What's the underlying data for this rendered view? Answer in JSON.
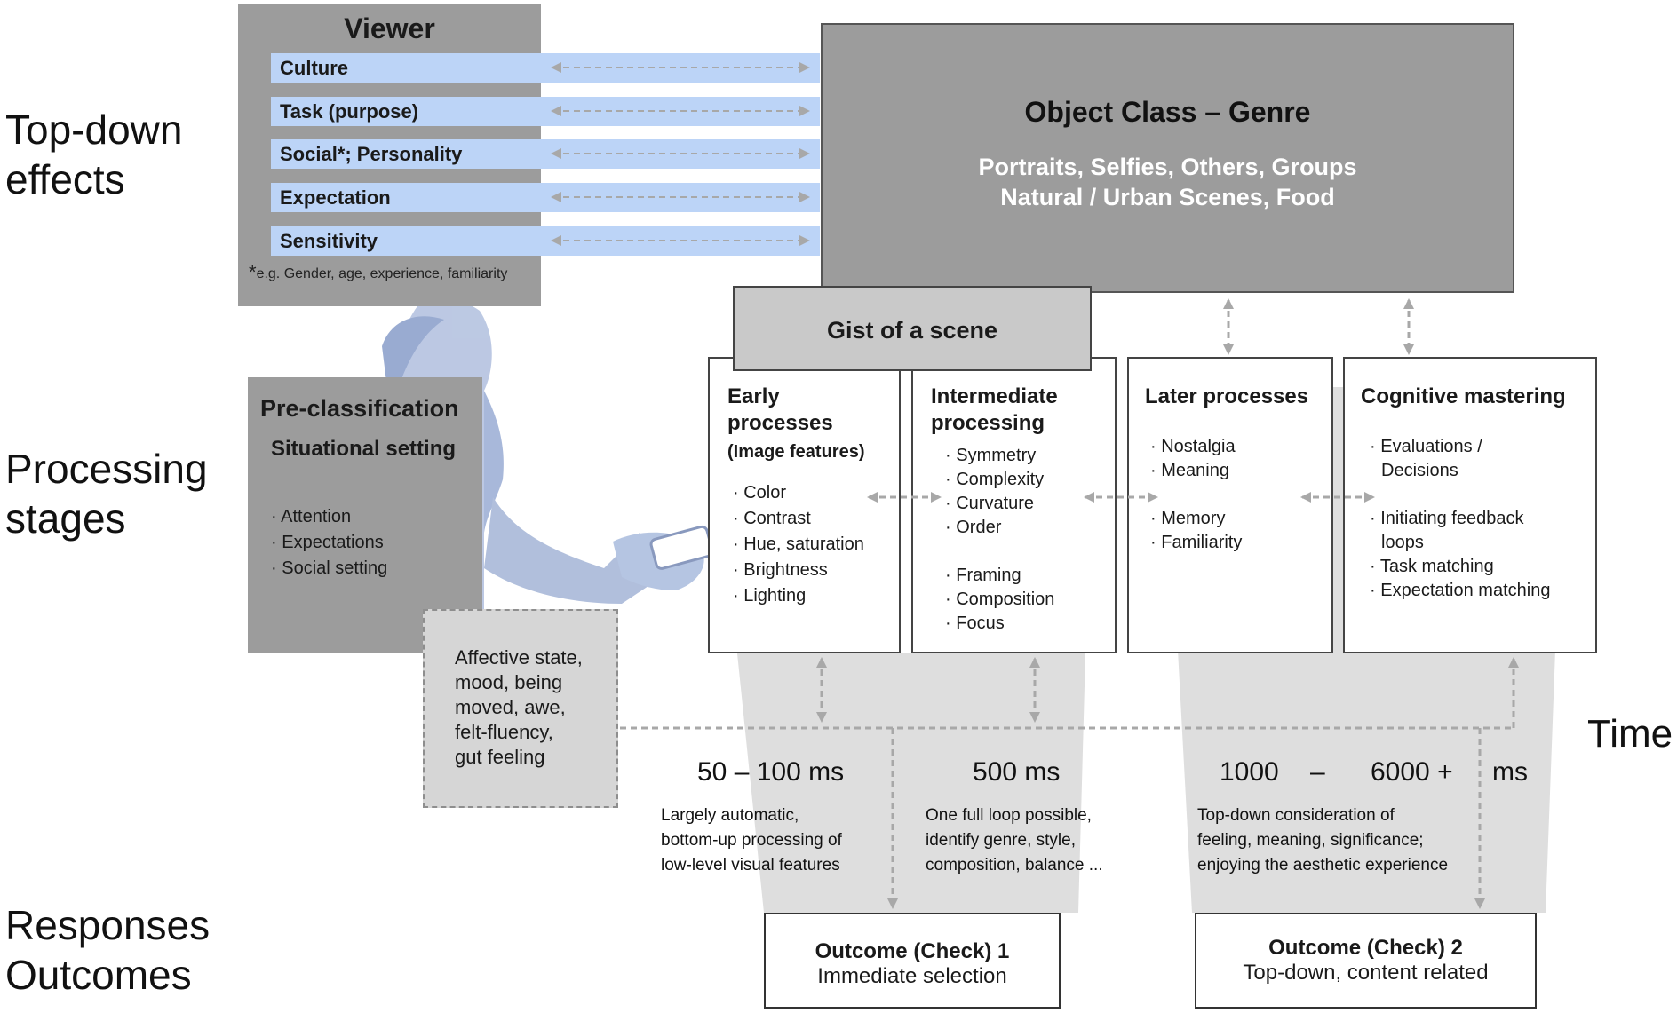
{
  "row_labels": {
    "top_down": [
      "Top-down",
      "effects"
    ],
    "processing": [
      "Processing",
      "stages"
    ],
    "responses": [
      "Responses",
      "Outcomes"
    ]
  },
  "viewer": {
    "title": "Viewer",
    "factors": [
      "Culture",
      "Task (purpose)",
      "Social*; Personality",
      "Expectation",
      "Sensitivity"
    ],
    "footnote_star": "*",
    "footnote": "e.g. Gender, age, experience, familiarity"
  },
  "object_class": {
    "title": "Object Class – Genre",
    "line1": "Portraits, Selfies, Others, Groups",
    "line2": "Natural / Urban Scenes, Food"
  },
  "gist": "Gist of a scene",
  "pre_classification": {
    "title": "Pre-classification",
    "subtitle": "Situational setting",
    "items": [
      "Attention",
      "Expectations",
      "Social setting"
    ]
  },
  "affective": [
    "Affective state,",
    "mood, being",
    "moved, awe,",
    "felt-fluency,",
    "gut feeling"
  ],
  "stages": {
    "early": {
      "title": [
        "Early",
        "processes"
      ],
      "subtitle": "(Image features)",
      "items": [
        "Color",
        "Contrast",
        "Hue, saturation",
        "Brightness",
        "Lighting"
      ]
    },
    "intermediate": {
      "title": [
        "Intermediate",
        "processing"
      ],
      "items": [
        "Symmetry",
        "Complexity",
        "Curvature",
        "Order",
        "Framing",
        "Composition",
        "Focus"
      ]
    },
    "later": {
      "title": "Later processes",
      "items": [
        "Nostalgia",
        "Meaning",
        "Memory",
        "Familiarity"
      ]
    },
    "cognitive": {
      "title": "Cognitive mastering",
      "items": [
        "Evaluations /",
        "Decisions",
        "Initiating feedback",
        "loops",
        "Task matching",
        "Expectation matching"
      ]
    }
  },
  "bullet": "·",
  "time": {
    "axis_label": "Time",
    "t1": "50 – 100 ms",
    "t2": "500 ms",
    "t3_start": "1000",
    "t3_dash": "–",
    "t3_end": "6000 +",
    "t3_unit": "ms"
  },
  "descriptions": {
    "d1": [
      "Largely automatic,",
      "bottom-up processing of",
      "low-level visual features"
    ],
    "d2": [
      "One full loop possible,",
      "identify genre, style,",
      "composition, balance ..."
    ],
    "d3": [
      "Top-down consideration of",
      "feeling, meaning, significance;",
      "enjoying the aesthetic experience"
    ]
  },
  "outcomes": {
    "o1_title": "Outcome (Check) 1",
    "o1_sub": "Immediate selection",
    "o2_title": "Outcome (Check) 2",
    "o2_sub": "Top-down, content related"
  },
  "colors": {
    "box_gray": "#9c9c9c",
    "factor_blue": "#bcd4f7",
    "funnel_gray": "#dedede",
    "arrow_gray": "#a8a8a8",
    "person_blue": "#a9b9d9"
  }
}
